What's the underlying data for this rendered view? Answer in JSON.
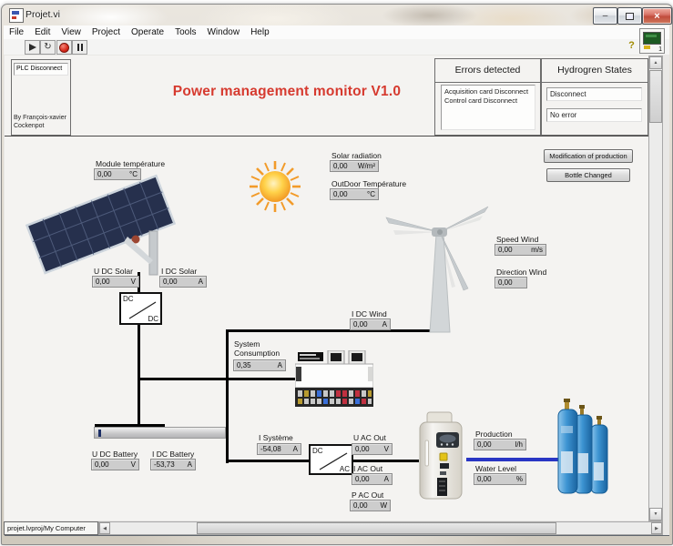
{
  "window": {
    "title": "Projet.vi"
  },
  "menu": [
    "File",
    "Edit",
    "View",
    "Project",
    "Operate",
    "Tools",
    "Window",
    "Help"
  ],
  "icons": {
    "continuous_run": "↻",
    "help": "?",
    "minimize": "–",
    "close": "×",
    "scroll_up": "▲",
    "scroll_down": "▼",
    "scroll_left": "◀",
    "scroll_right": "▶"
  },
  "header": {
    "plc_status": "PLC Disconnect",
    "author": "By François-xavier Cockenpot",
    "title": "Power management monitor V1.0",
    "errors_title": "Errors detected",
    "errors_line1": "Acquisition card Disconnect",
    "errors_line2": "Control card Disconnect",
    "hydrogen_title": "Hydrogren States",
    "hydrogen_state": "Disconnect",
    "hydrogen_error": "No error"
  },
  "buttons": {
    "modification": "Modification of production",
    "bottle": "Bottle Changed"
  },
  "indicators": {
    "module_temp": {
      "label": "Module température",
      "value": "0,00",
      "unit": "°C"
    },
    "solar_radiation": {
      "label": "Solar radiation",
      "value": "0,00",
      "unit": "W/m²"
    },
    "outdoor_temp": {
      "label": "OutDoor Température",
      "value": "0,00",
      "unit": "°C"
    },
    "speed_wind": {
      "label": "Speed Wind",
      "value": "0,00",
      "unit": "m/s"
    },
    "direction_wind": {
      "label": "Direction Wind",
      "value": "0,00",
      "unit": ""
    },
    "u_dc_solar": {
      "label": "U DC Solar",
      "value": "0,00",
      "unit": "V"
    },
    "i_dc_solar": {
      "label": "I DC Solar",
      "value": "0,00",
      "unit": "A"
    },
    "i_dc_wind": {
      "label": "I DC Wind",
      "value": "0,00",
      "unit": "A"
    },
    "system_consumption": {
      "label": "System Consumption",
      "value": "0,35",
      "unit": "A"
    },
    "u_dc_battery": {
      "label": "U DC Battery",
      "value": "0,00",
      "unit": "V"
    },
    "i_dc_battery": {
      "label": "I DC Battery",
      "value": "-53,73",
      "unit": "A"
    },
    "i_systeme": {
      "label": "I Système",
      "value": "-54,08",
      "unit": "A"
    },
    "u_ac_out": {
      "label": "U AC Out",
      "value": "0,00",
      "unit": "V"
    },
    "i_ac_out": {
      "label": "I AC Out",
      "value": "0,00",
      "unit": "A"
    },
    "p_ac_out": {
      "label": "P AC Out",
      "value": "0,00",
      "unit": "W"
    },
    "production": {
      "label": "Production",
      "value": "0,00",
      "unit": "l/h"
    },
    "water_level": {
      "label": "Water Level",
      "value": "0,00",
      "unit": "%"
    }
  },
  "converters": {
    "dcdc_in": "DC",
    "dcdc_out": "DC",
    "dcac_in": "DC",
    "dcac_out": "AC"
  },
  "colors": {
    "title_red": "#d63a2f",
    "wire_black": "#000000",
    "hydrogen_pipe_blue": "#2936c4"
  },
  "statusbar": {
    "context": "projet.lvproj/My Computer"
  }
}
